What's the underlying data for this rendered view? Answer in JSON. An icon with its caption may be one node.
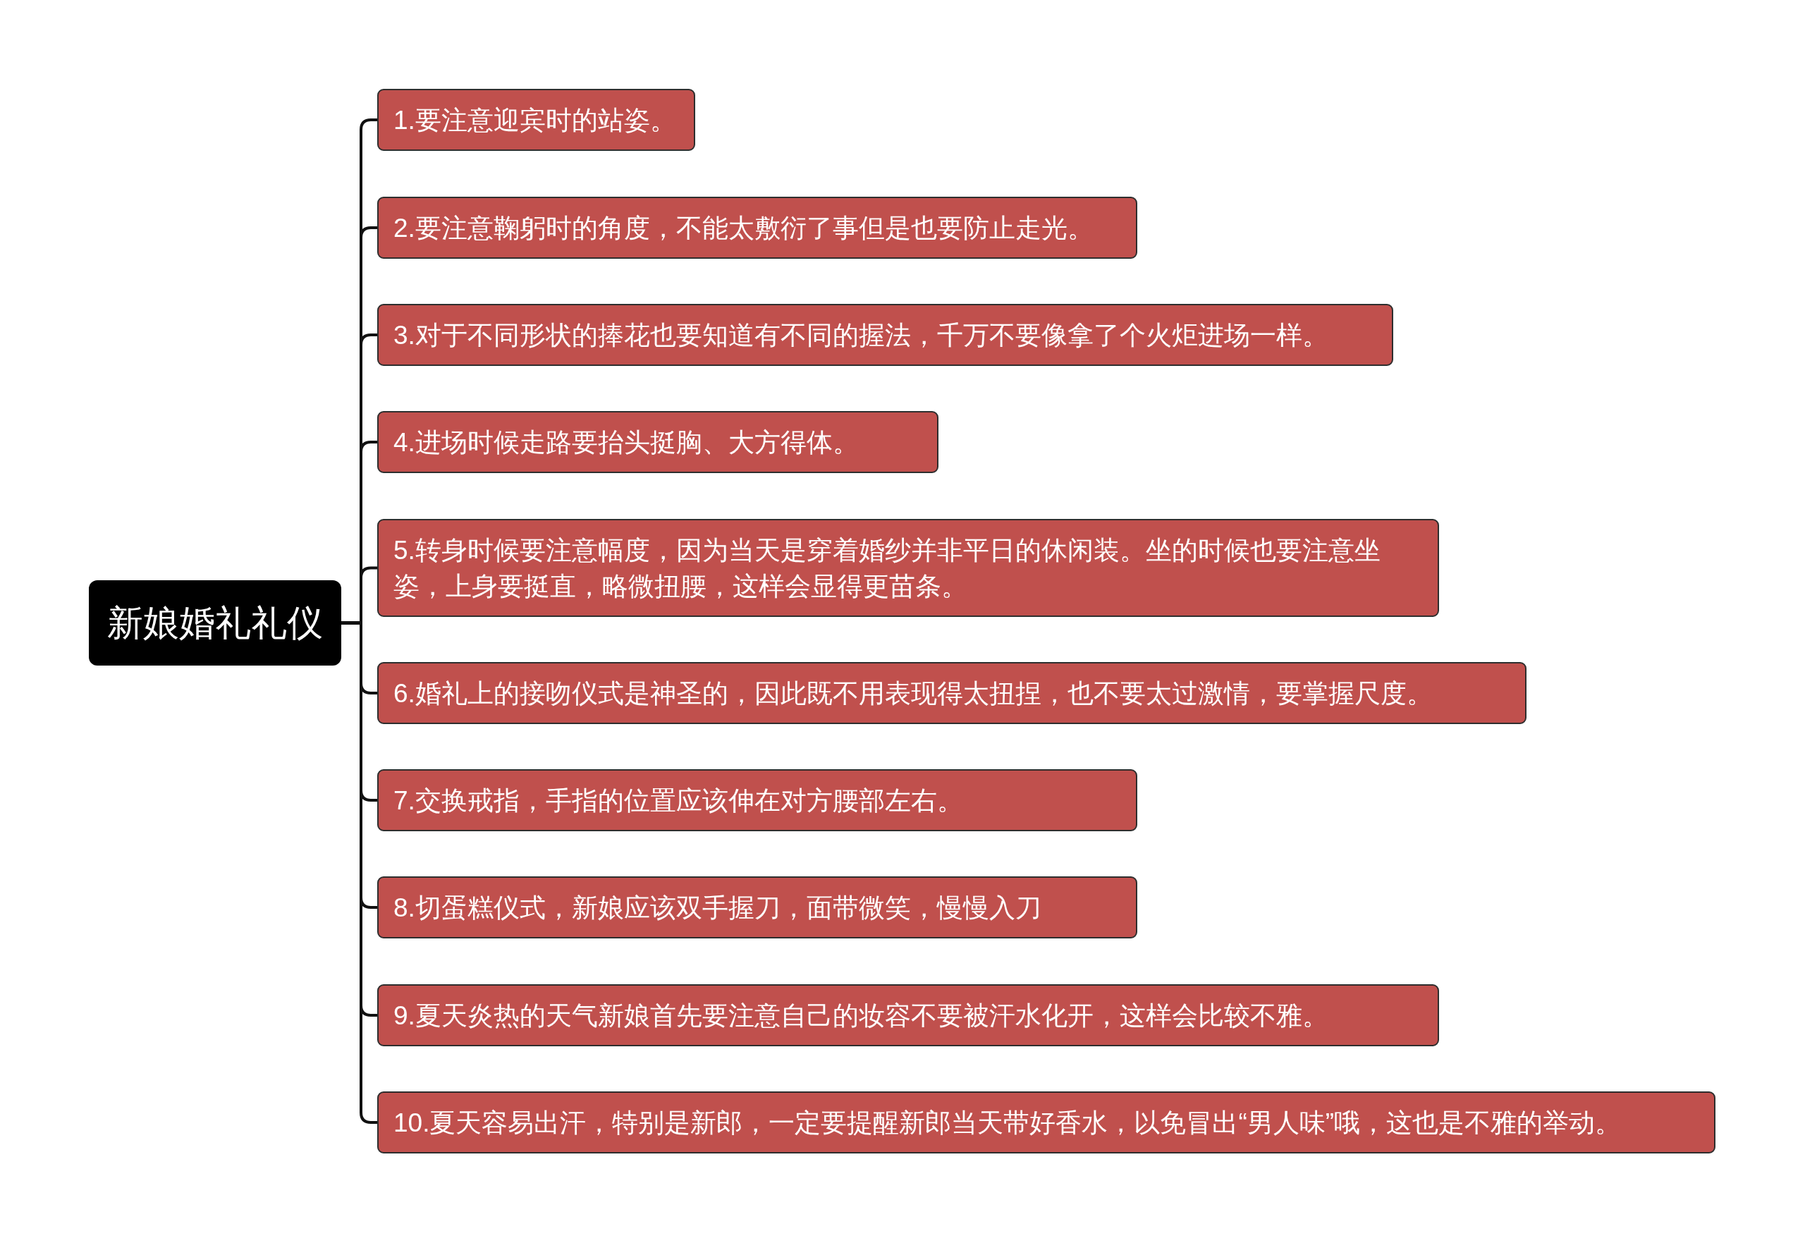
{
  "diagram": {
    "nodes": [
      {
        "text": [
          "新娘婚礼礼仪"
        ]
      },
      {
        "text": [
          "1.要注意迎宾时的站姿。"
        ]
      },
      {
        "text": [
          "2.要注意鞠躬时的角度，不能太敷衍了事但是也要防止走光。"
        ]
      },
      {
        "text": [
          "3.对于不同形状的捧花也要知道有不同的握法，千万不要像拿了个火炬进场一样。"
        ]
      },
      {
        "text": [
          "4.进场时候走路要抬头挺胸、大方得体。"
        ]
      },
      {
        "text": [
          "5.转身时候要注意幅度，因为当天是穿着婚纱并非平日的休闲装。坐的时候也要注意坐姿，上身要挺直，略微扭腰，这样会显得更苗条。"
        ]
      },
      {
        "text": [
          "6.婚礼上的接吻仪式是神圣的，因此既不用表现得太扭捏，也不要太过激情，要掌握尺度。"
        ]
      },
      {
        "text": [
          "7.交换戒指，手指的位置应该伸在对方腰部左右。"
        ]
      },
      {
        "text": [
          "8.切蛋糕仪式，新娘应该双手握刀，面带微笑，慢慢入刀"
        ]
      },
      {
        "text": [
          "9.夏天炎热的天气新娘首先要注意自己的妆容不要被汗水化开，这样会比较不雅。"
        ]
      },
      {
        "text": [
          "10.夏天容易出汗，特别是新郎，一定要提醒新郎当天带好香水，以免冒出“男人味”哦，这也是不雅的举动。"
        ]
      }
    ],
    "edges": [
      {
        "from": 0,
        "to": 1,
        "arrow": "none"
      },
      {
        "from": 0,
        "to": 2,
        "arrow": "none"
      },
      {
        "from": 0,
        "to": 3,
        "arrow": "none"
      },
      {
        "from": 0,
        "to": 4,
        "arrow": "none"
      },
      {
        "from": 0,
        "to": 5,
        "arrow": "none"
      },
      {
        "from": 0,
        "to": 6,
        "arrow": "none"
      },
      {
        "from": 0,
        "to": 7,
        "arrow": "none"
      },
      {
        "from": 0,
        "to": 8,
        "arrow": "none"
      },
      {
        "from": 0,
        "to": 9,
        "arrow": "none"
      },
      {
        "from": 0,
        "to": 10,
        "arrow": "none"
      }
    ]
  }
}
